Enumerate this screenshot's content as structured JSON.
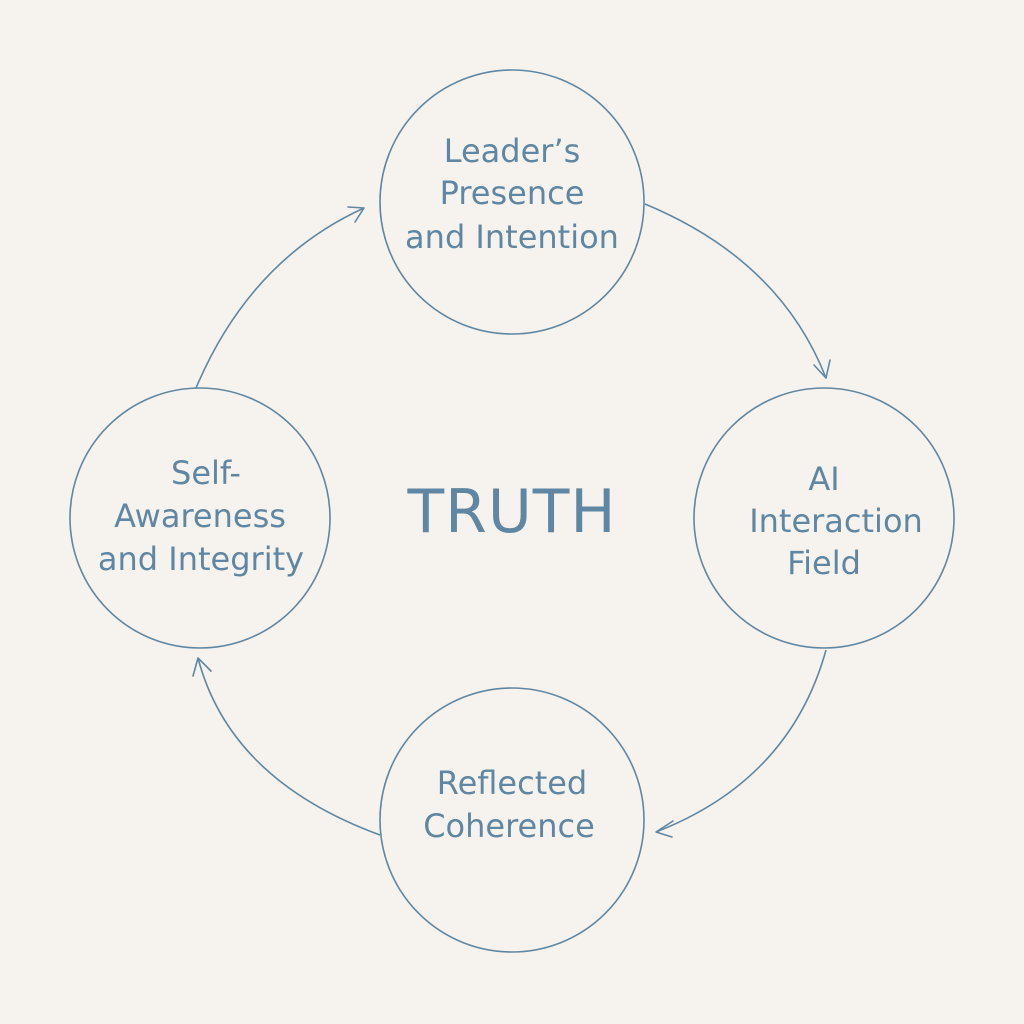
{
  "diagram": {
    "center_label": "TRUTH",
    "nodes": [
      {
        "id": "leader",
        "lines": [
          "Leader’s",
          "Presence",
          "and Intention"
        ]
      },
      {
        "id": "ai",
        "lines": [
          "AI",
          "Interaction",
          "Field"
        ]
      },
      {
        "id": "reflected",
        "lines": [
          "Reflected",
          "Coherence"
        ]
      },
      {
        "id": "self",
        "lines": [
          "Self-",
          "Awareness",
          "and Integrity"
        ]
      }
    ]
  },
  "colors": {
    "background": "#f6f3ee",
    "stroke": "#5f87a3",
    "text": "#5f87a3"
  }
}
